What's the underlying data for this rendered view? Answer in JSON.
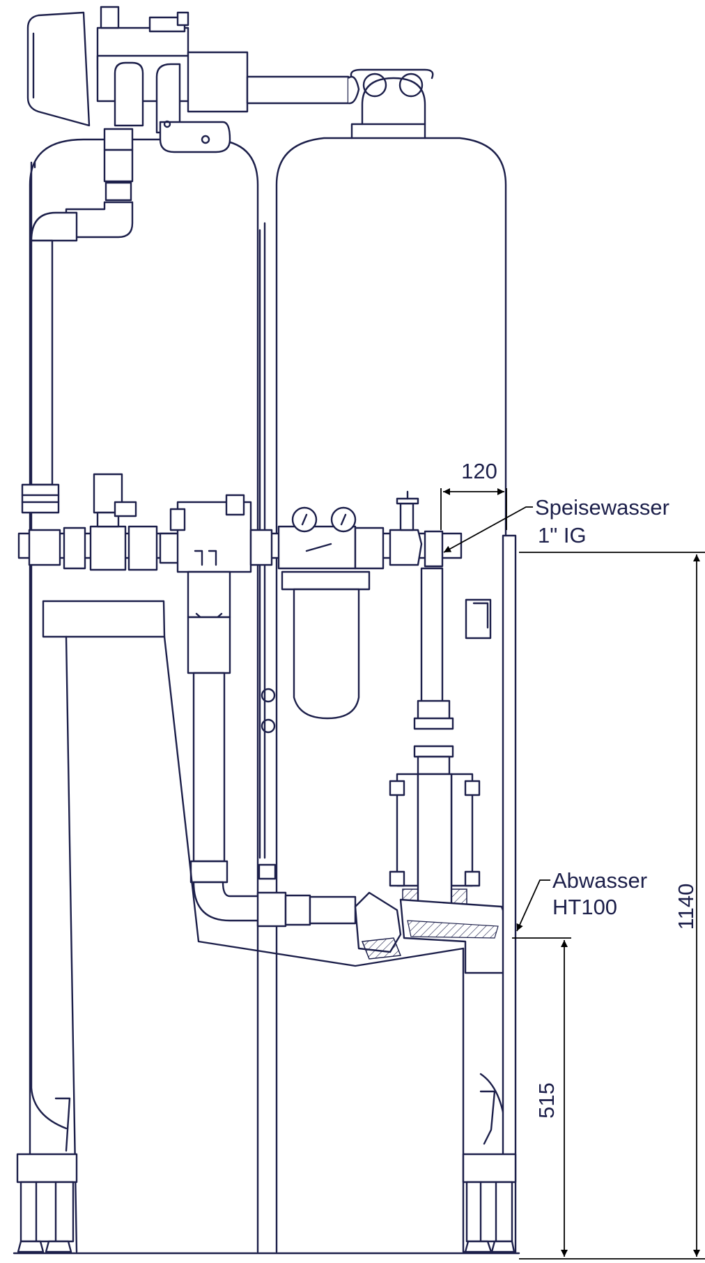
{
  "labels": {
    "feed_water_name": "Speisewasser",
    "feed_water_spec": "1\" IG",
    "waste_water_name": "Abwasser",
    "waste_water_spec": "HT100"
  },
  "dimensions": {
    "connection_offset": "120",
    "feed_height": "1140",
    "drain_height": "515"
  },
  "colors": {
    "line": "#1c1f4a",
    "dimension_line": "#000000",
    "background": "#ffffff"
  }
}
